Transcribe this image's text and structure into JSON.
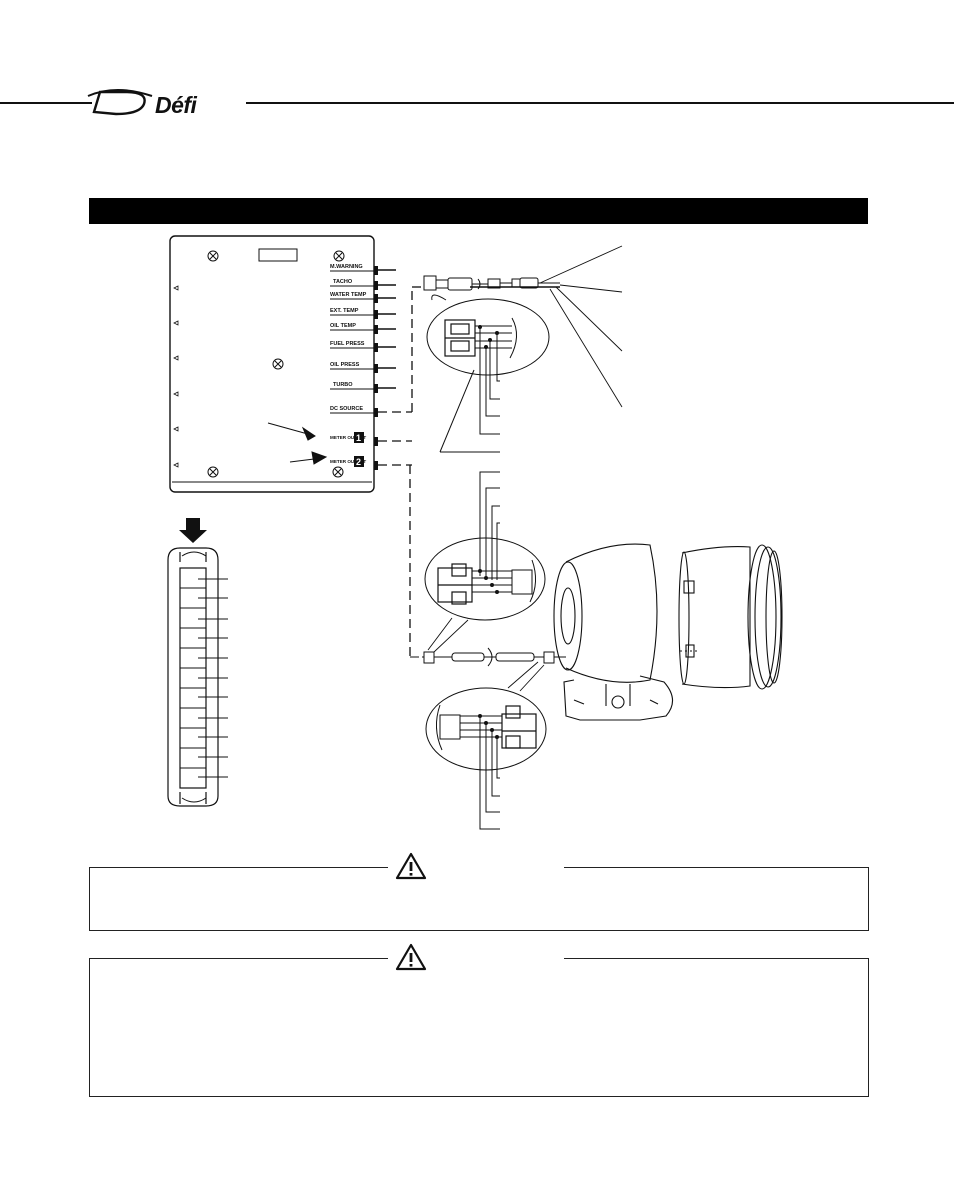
{
  "header": {
    "brand": "Défi"
  },
  "control_unit": {
    "ports": [
      {
        "label": "M.WARNING"
      },
      {
        "label": "TACHO"
      },
      {
        "label": "WATER TEMP"
      },
      {
        "label": "EXT. TEMP"
      },
      {
        "label": "OIL TEMP"
      },
      {
        "label": "FUEL PRESS"
      },
      {
        "label": "OIL PRESS"
      },
      {
        "label": "TURBO"
      },
      {
        "label": "DC SOURCE"
      }
    ],
    "meter_output_1": {
      "label": "METER OUTPUT",
      "number": "1"
    },
    "meter_output_2": {
      "label": "METER OUTPUT",
      "number": "2"
    }
  },
  "warnings": [
    {
      "icon": "warning-triangle-icon"
    },
    {
      "icon": "warning-triangle-icon"
    }
  ],
  "colors": {
    "ink": "#111111",
    "bar": "#000000"
  }
}
